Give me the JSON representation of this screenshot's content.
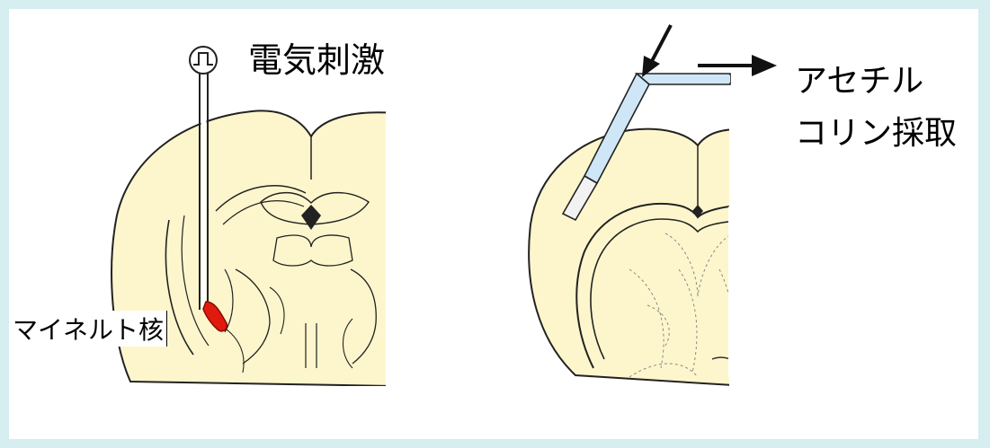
{
  "labels": {
    "stimulation": "電気刺激",
    "nucleus": "マイネルト核",
    "acetylcholine_line1": "アセチル",
    "acetylcholine_line2": "コリン採取"
  },
  "icons": {
    "stimulator": "pulse-stimulator-icon"
  },
  "colors": {
    "background": "#d6eef0",
    "brain_fill": "#fdf6cc",
    "probe_fill": "#cfe6f7",
    "nucleus_fill": "#e01b0e",
    "outline": "#222222"
  }
}
